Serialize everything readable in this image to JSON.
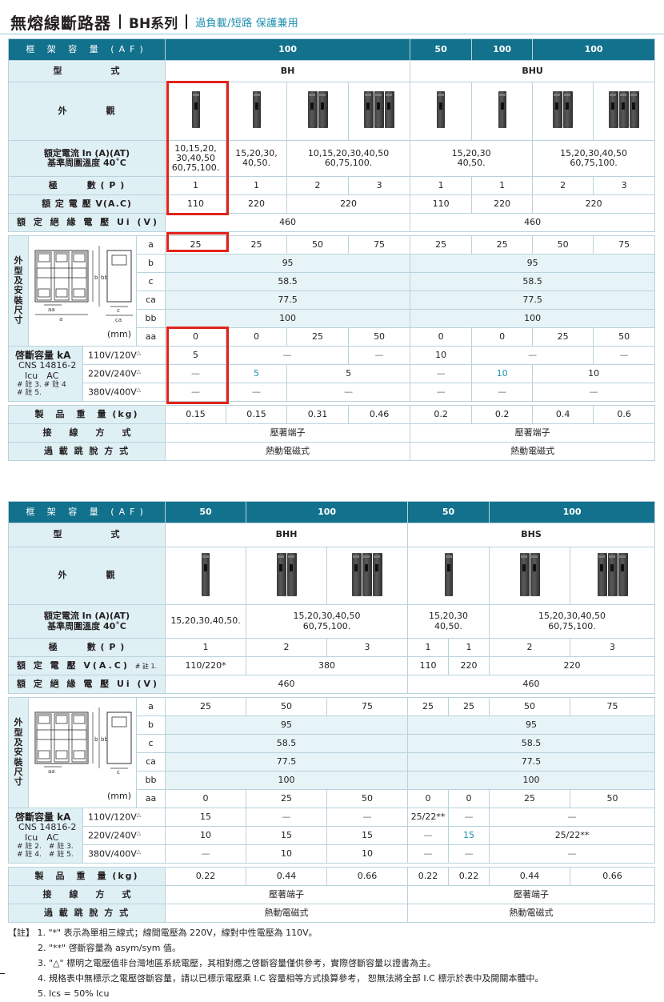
{
  "header": {
    "title": "無熔線斷路器",
    "series": "BH系列",
    "tagline": "過負載/短路  保護兼用"
  },
  "table1": {
    "af_label": "框 架 容 量 (AF)",
    "af_values": [
      "100",
      "50",
      "100",
      "100"
    ],
    "model_label": "型　　　　　式",
    "models": [
      "BH",
      "BHU"
    ],
    "appearance_label": "外　　　　觀",
    "rated_current_label_1": "額定電流 In (A)(AT)",
    "rated_current_label_2": "基準周圍溫度 40˚C",
    "rated_currents": [
      "10,15,20,\n30,40,50\n60,75,100.",
      "15,20,30,\n40,50.",
      "10,15,20,30,40,50\n60,75,100.",
      "15,20,30\n40,50.",
      "15,20,30,40,50\n60,75,100."
    ],
    "poles_label": "極　　　數 ( P )",
    "poles": [
      "1",
      "1",
      "2",
      "3",
      "1",
      "1",
      "2",
      "3"
    ],
    "rated_voltage_label": "額 定 電 壓 V(A.C)",
    "rated_voltages": [
      "110",
      "220",
      "220",
      "110",
      "220",
      "220"
    ],
    "insulation_label": "額 定 絕 緣 電 壓 Ui (V)",
    "insulation": [
      "460",
      "460"
    ],
    "dims_vert_label": [
      "外",
      "型",
      "及",
      "安",
      "裝",
      "尺",
      "寸"
    ],
    "mm": "(mm)",
    "dim_keys": [
      "a",
      "b",
      "c",
      "ca",
      "bb",
      "aa"
    ],
    "dim_a": [
      "25",
      "25",
      "50",
      "75",
      "25",
      "25",
      "50",
      "75"
    ],
    "dim_b": [
      "95",
      "95"
    ],
    "dim_c": [
      "58.5",
      "58.5"
    ],
    "dim_ca": [
      "77.5",
      "77.5"
    ],
    "dim_bb": [
      "100",
      "100"
    ],
    "dim_aa": [
      "0",
      "0",
      "25",
      "50",
      "0",
      "0",
      "25",
      "50"
    ],
    "ka_label_1": "啓斷容量 kA",
    "ka_label_2": "CNS 14816-2",
    "ka_label_3": "Icu　AC",
    "ka_label_4": "# 註 3.  # 註 4",
    "ka_label_5": "# 註 5.",
    "volt_rows": [
      "110V/120V",
      "220V/240V",
      "380V/400V"
    ],
    "ka_110": [
      "5",
      "—",
      "—",
      "10",
      "—",
      "—"
    ],
    "ka_220": [
      "—",
      "5",
      "5",
      "—",
      "10",
      "10"
    ],
    "ka_380": [
      "—",
      "—",
      "—",
      "—",
      "—",
      "—"
    ],
    "weight_label": "製　品　重　量 (kg)",
    "weights": [
      "0.15",
      "0.15",
      "0.31",
      "0.46",
      "0.2",
      "0.2",
      "0.4",
      "0.6"
    ],
    "connect_label": "接　　線　　方　　式",
    "connect": [
      "壓著端子",
      "壓著端子"
    ],
    "trip_label": "過 載 跳 脫 方 式",
    "trip": [
      "熱動電磁式",
      "熱動電磁式"
    ],
    "triangle": "△"
  },
  "table2": {
    "af_label": "框 架 容 量 (AF)",
    "af_values": [
      "50",
      "100",
      "50",
      "100"
    ],
    "model_label": "型　　　　　式",
    "models": [
      "BHH",
      "BHS"
    ],
    "appearance_label": "外　　　　觀",
    "rated_current_label_1": "額定電流 In (A)(AT)",
    "rated_current_label_2": "基準周圍溫度 40˚C",
    "rated_currents": [
      "15,20,30,40,50.",
      "15,20,30,40,50\n60,75,100.",
      "15,20,30\n40,50.",
      "15,20,30,40,50\n60,75,100."
    ],
    "poles_label": "極　　　數 ( P )",
    "poles": [
      "1",
      "2",
      "3",
      "1",
      "1",
      "2",
      "3"
    ],
    "rated_voltage_label": "額 定 電 壓 V(A.C)",
    "rated_voltage_note": "# 註 1.",
    "rated_voltages": [
      "110/220*",
      "380",
      "110",
      "220",
      "220"
    ],
    "insulation_label": "額 定 絕 緣 電 壓 Ui (V)",
    "insulation": [
      "460",
      "460"
    ],
    "dims_vert_label": [
      "外",
      "型",
      "及",
      "安",
      "裝",
      "尺",
      "寸"
    ],
    "mm": "(mm)",
    "dim_keys": [
      "a",
      "b",
      "c",
      "ca",
      "bb",
      "aa"
    ],
    "dim_a": [
      "25",
      "50",
      "75",
      "25",
      "25",
      "50",
      "75"
    ],
    "dim_b": [
      "95",
      "95"
    ],
    "dim_c": [
      "58.5",
      "58.5"
    ],
    "dim_ca": [
      "77.5",
      "77.5"
    ],
    "dim_bb": [
      "100",
      "100"
    ],
    "dim_aa": [
      "0",
      "25",
      "50",
      "0",
      "0",
      "25",
      "50"
    ],
    "ka_label_1": "啓斷容量 kA",
    "ka_label_2": "CNS 14816-2",
    "ka_label_3": "Icu　AC",
    "ka_label_4": "# 註 2.　# 註 3.",
    "ka_label_5": "# 註 4.　# 註 5.",
    "volt_rows": [
      "110V/120V",
      "220V/240V",
      "380V/400V"
    ],
    "ka_110": [
      "15",
      "—",
      "—",
      "25/22**",
      "—",
      "—"
    ],
    "ka_220": [
      "10",
      "15",
      "15",
      "—",
      "15",
      "25/22**"
    ],
    "ka_380": [
      "—",
      "10",
      "10",
      "—",
      "—",
      "—"
    ],
    "weight_label": "製　品　重　量 (kg)",
    "weights": [
      "0.22",
      "0.44",
      "0.66",
      "0.22",
      "0.22",
      "0.44",
      "0.66"
    ],
    "connect_label": "接　　線　　方　　式",
    "connect": [
      "壓著端子",
      "壓著端子"
    ],
    "trip_label": "過 載 跳 脫 方 式",
    "trip": [
      "熱動電磁式",
      "熱動電磁式"
    ],
    "triangle": "△"
  },
  "notes": {
    "prefix": "【註】",
    "items": [
      "1. \"*\" 表示為單相三線式；線間電壓為 220V，線對中性電壓為 110V。",
      "2. \"**\" 啓斷容量為 asym/sym 值。",
      "3. \"△\" 標明之電壓值非台灣地區系統電壓，其相對應之啓斷容量僅供參考，實際啓斷容量以證書為主。",
      "4. 規格表中無標示之電壓啓斷容量，請以已標示電壓乘 I.C 容量相等方式換算參考， 恕無法將全部 I.C 標示於表中及開關本體中。",
      "5. Ics = 50% Icu"
    ]
  },
  "colors": {
    "header_fill": "#12718c",
    "label_fill": "#dff0f5",
    "highlight": "#e2231a",
    "accent": "#1e8fb0"
  },
  "icons": [
    "breaker-1p-icon",
    "breaker-2p-icon",
    "breaker-3p-icon",
    "dimension-diagram-icon"
  ]
}
